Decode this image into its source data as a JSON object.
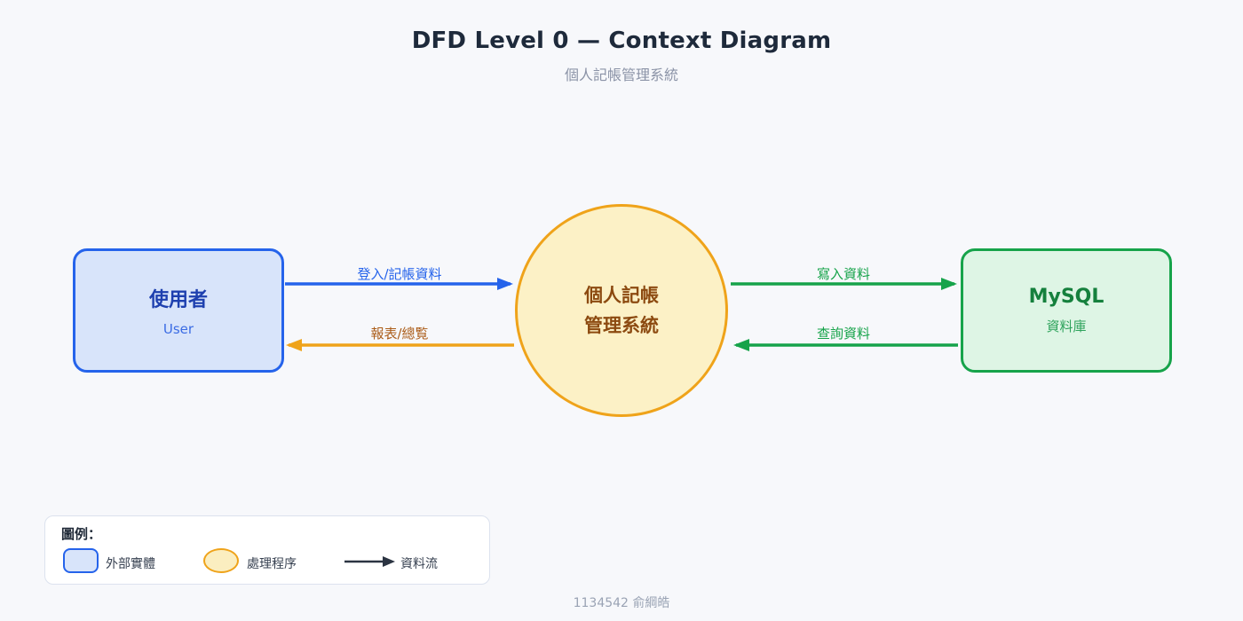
{
  "page": {
    "title": "DFD Level 0 — Context Diagram",
    "subtitle": "個人記帳管理系統",
    "footer": "1134542 俞綱皓"
  },
  "nodes": {
    "user": {
      "title": "使用者",
      "subtitle": "User"
    },
    "process": {
      "line1": "個人記帳",
      "line2": "管理系統"
    },
    "database": {
      "title": "MySQL",
      "subtitle": "資料庫"
    }
  },
  "flows": [
    {
      "id": "login",
      "label": "登入/記帳資料",
      "from": "使用者",
      "to": "個人記帳管理系統"
    },
    {
      "id": "report",
      "label": "報表/總覧",
      "from": "個人記帳管理系統",
      "to": "使用者"
    },
    {
      "id": "write",
      "label": "寫入資料",
      "from": "個人記帳管理系統",
      "to": "MySQL"
    },
    {
      "id": "query",
      "label": "查詢資料",
      "from": "MySQL",
      "to": "個人記帳管理系統"
    }
  ],
  "legend": {
    "title": "圖例：",
    "items": [
      {
        "swatch": "external-entity",
        "label": "外部實體"
      },
      {
        "swatch": "process",
        "label": "處理程序"
      },
      {
        "swatch": "data-flow",
        "label": "資料流"
      }
    ]
  },
  "colors": {
    "blue": "#2563eb",
    "blue_fill": "#d8e4fa",
    "blue_text_dark": "#1e40af",
    "blue_text_light": "#3b6ce4",
    "orange": "#efa31a",
    "orange_fill": "#fcf1c6",
    "brown_text": "#8c4a10",
    "orange_label": "#ab5c18",
    "green": "#16a34a",
    "green_fill": "#def5e5",
    "green_text_dark": "#15803d",
    "green_text_light": "#2ea35c",
    "arrow_dark": "#2b3442",
    "title_dark": "#1e2a3b",
    "muted": "#8b93a7",
    "background": "#f7f8fb"
  }
}
